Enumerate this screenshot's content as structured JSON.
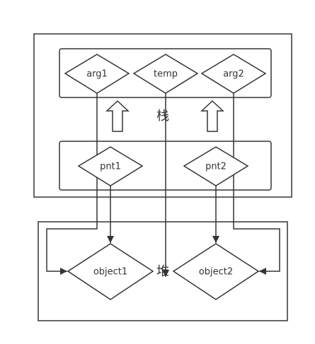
{
  "diagram": {
    "regions": {
      "stack_label": "栈",
      "heap_label": "堆"
    },
    "nodes": {
      "arg1": "arg1",
      "temp": "temp",
      "arg2": "arg2",
      "pnt1": "pnt1",
      "pnt2": "pnt2",
      "object1": "object1",
      "object2": "object2"
    },
    "colors": {
      "stroke": "#333333",
      "background": "#ffffff"
    }
  }
}
